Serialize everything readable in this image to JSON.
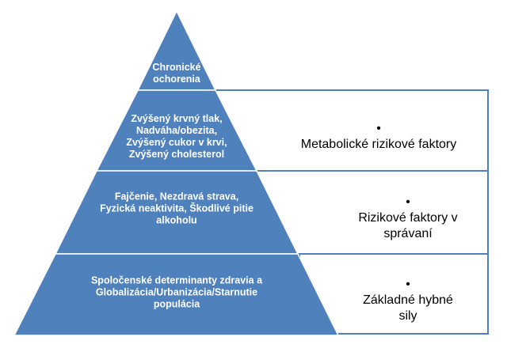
{
  "colors": {
    "tier_fill": "#4f81bd",
    "tier_border": "#ffffff",
    "box_border": "#4f81bd",
    "label_text": "#ffffff",
    "desc_text": "#000000"
  },
  "pyramid": {
    "tiers": [
      {
        "label": "Chronické\nochorenia"
      },
      {
        "label": "Zvýšený krvný tlak,\nNadváha/obezita,\nZvýšený cukor v krvi,\nZvýšený cholesterol"
      },
      {
        "label": "Fajčenie, Nezdravá strava,\nFyzická neaktivita, Škodlivé pitie\nalkoholu"
      },
      {
        "label": "Spoločenské determinanty zdravia a\nGlobalizácia/Urbanizácia/Starnutie\npopulácia"
      }
    ]
  },
  "descriptions": [
    {
      "bullet": "•",
      "text": "Metabolické rizikové faktory"
    },
    {
      "bullet": "•",
      "text": "Rizikové faktory v\nsprávaní"
    },
    {
      "bullet": "•",
      "text": "Základné hybné\nsily"
    }
  ]
}
